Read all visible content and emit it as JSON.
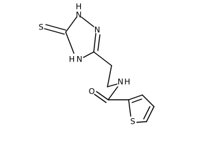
{
  "structure": {
    "atoms": {
      "thione_s": "S",
      "triazole_n1h": "H",
      "triazole_n1": "N",
      "triazole_n2": "N",
      "triazole_n4h": "H",
      "triazole_n4": "N",
      "amide_nh": "H",
      "amide_n": "N",
      "carbonyl_o": "O",
      "thiophene_s": "S"
    }
  }
}
